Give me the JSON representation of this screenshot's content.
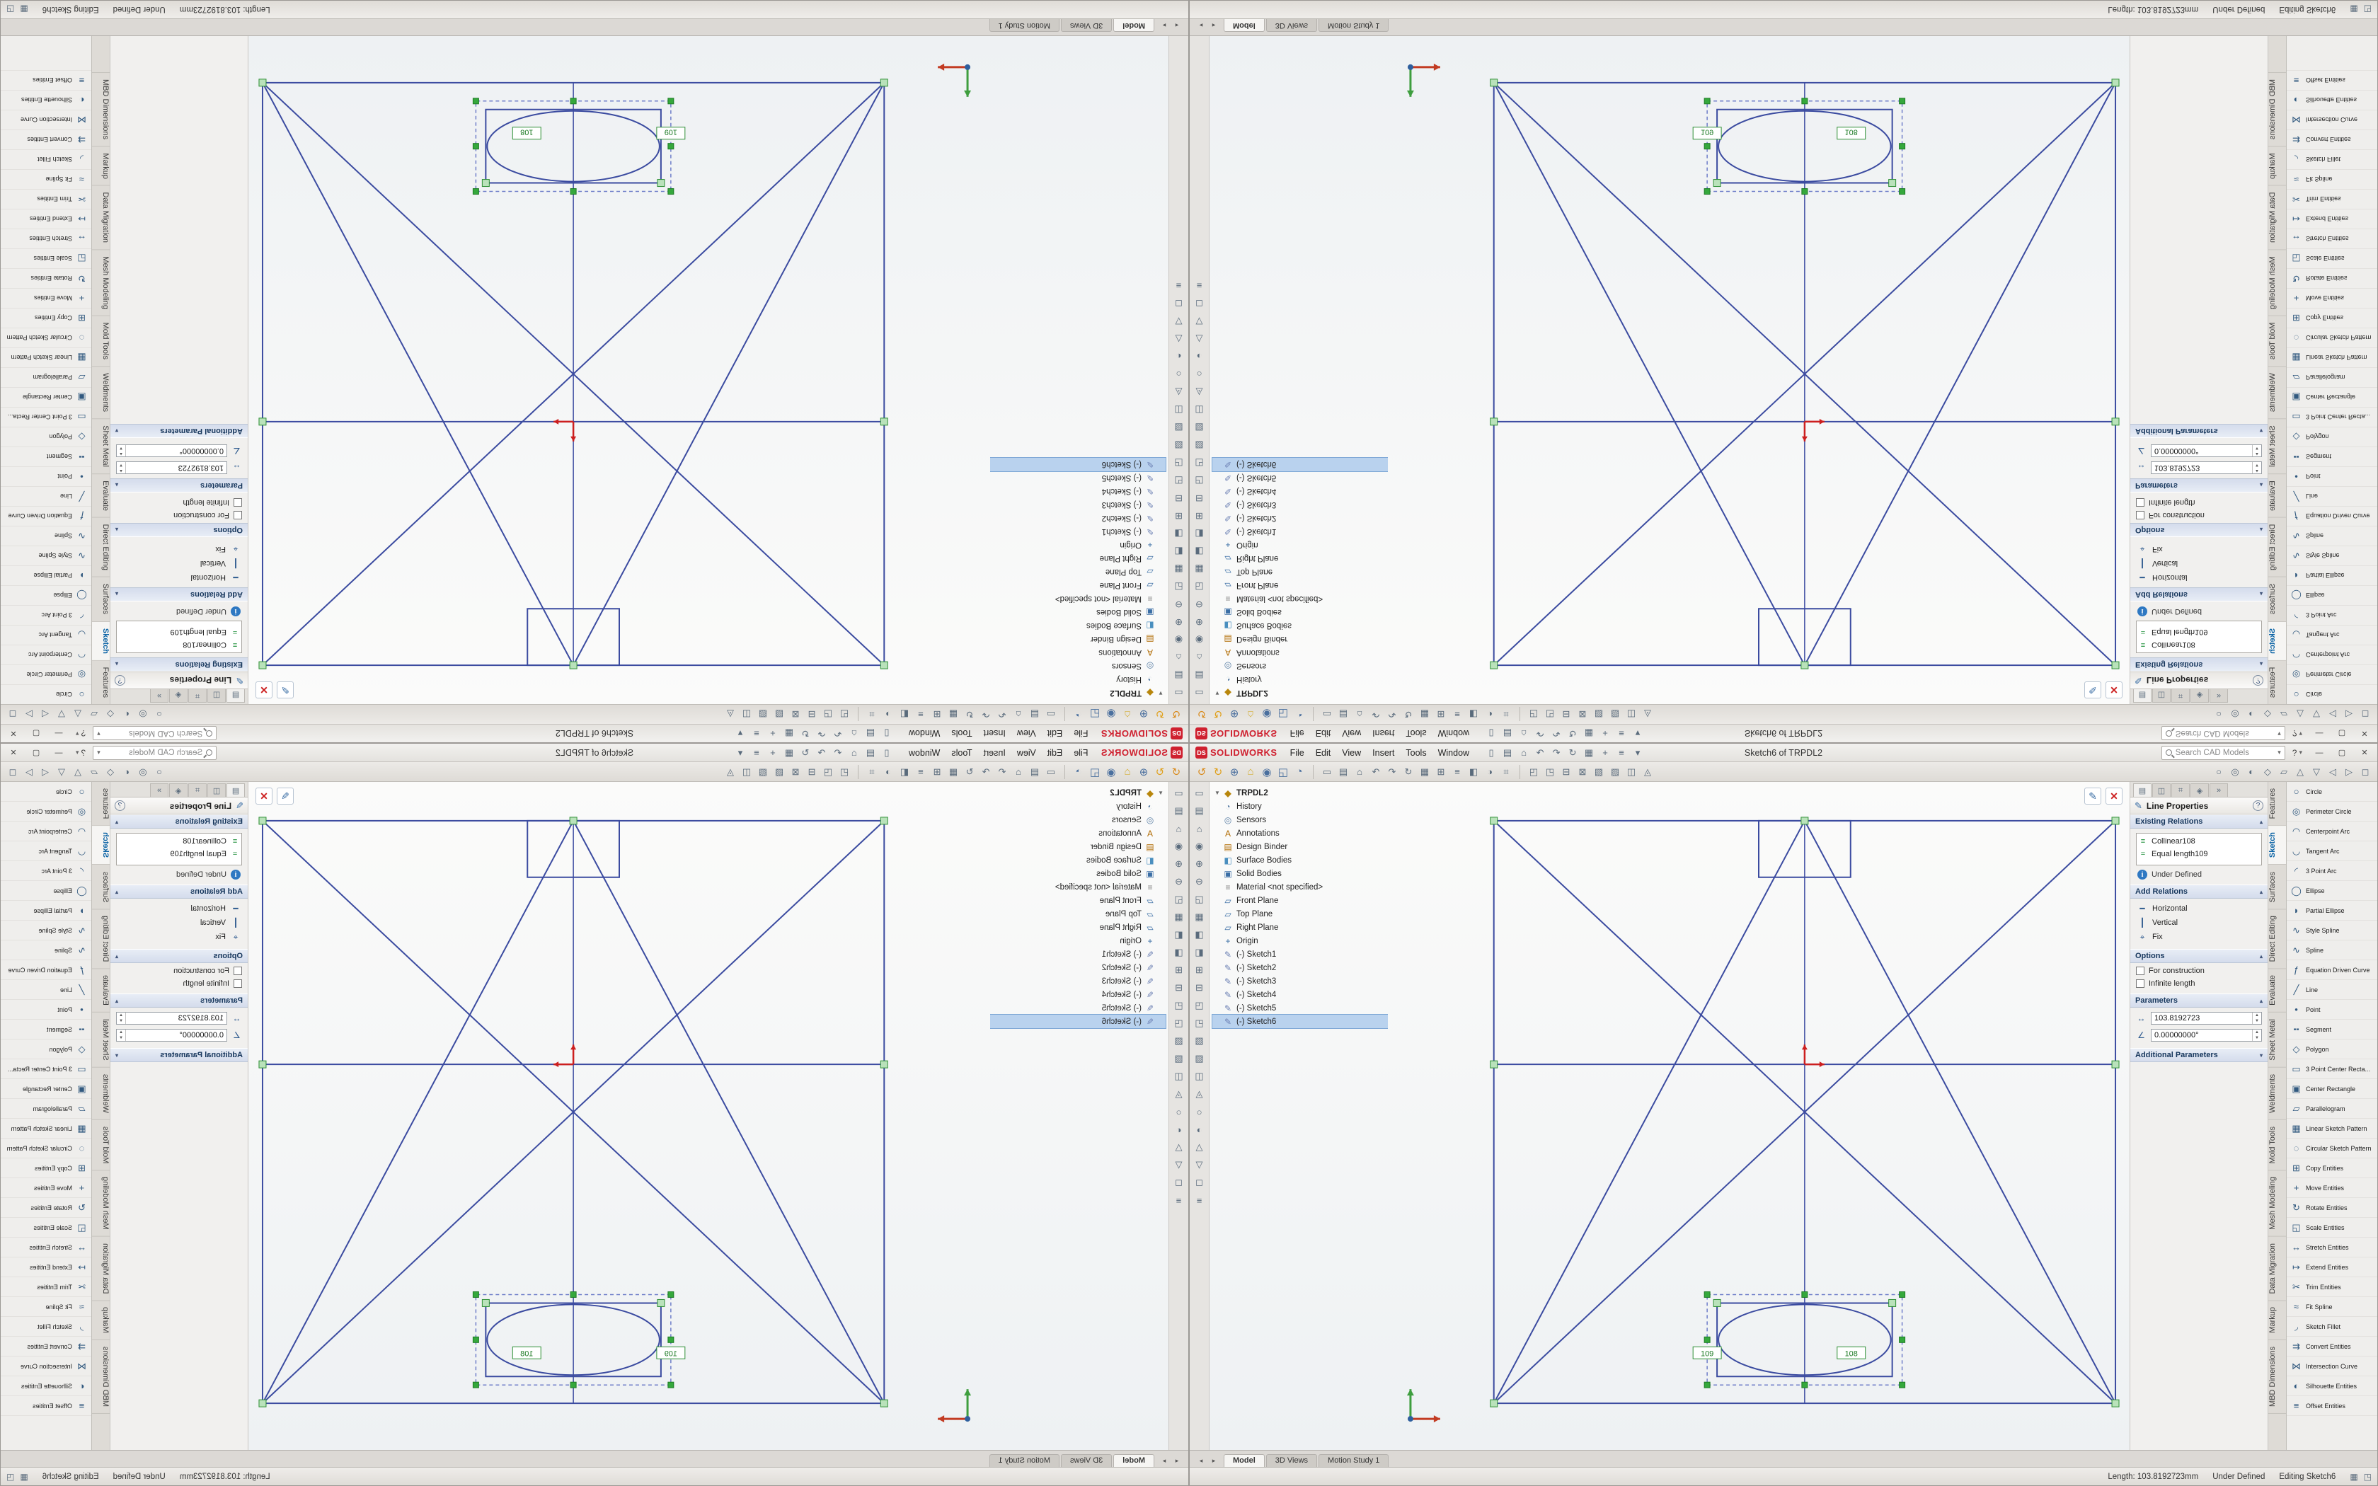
{
  "window": {
    "logo_ds": "DS",
    "logo_text": "SOLIDWORKS",
    "menus": [
      "File",
      "Edit",
      "View",
      "Insert",
      "Tools",
      "Window"
    ],
    "title": "Sketch6 of TRPDL2",
    "search_placeholder": "Search CAD Models",
    "help_label": "?",
    "buttons": {
      "minimize": "—",
      "maximize": "▢",
      "close": "✕"
    }
  },
  "quick_access_icons": [
    "▯",
    "▤",
    "⌂",
    "↶",
    "↷",
    "↻",
    "▦",
    "+",
    "≡",
    "▾"
  ],
  "toolbar2": {
    "view_cluster": [
      {
        "glyph": "↺",
        "color": "#d98c1f"
      },
      {
        "glyph": "↻",
        "color": "#e0a11e"
      },
      {
        "glyph": "⊕",
        "color": "#4a6f9e"
      },
      {
        "glyph": "⌂",
        "color": "#d4af37"
      },
      {
        "glyph": "◉",
        "color": "#4a6f9e"
      },
      {
        "glyph": "◱",
        "color": "#4a6f9e"
      },
      {
        "glyph": "◔",
        "color": "#4a6f9e"
      }
    ],
    "group1": [
      "▭",
      "▤",
      "⌂",
      "↶",
      "↷",
      "↻",
      "▦",
      "⊞",
      "≡",
      "◧",
      "◑",
      "⌗"
    ],
    "group2": [
      "◰",
      "◳",
      "⊟",
      "⊠",
      "▧",
      "▨",
      "◫",
      "◬"
    ],
    "group3": [
      "○",
      "◎",
      "◐",
      "◇",
      "▱",
      "△",
      "▽",
      "◁",
      "▷",
      "◻"
    ]
  },
  "left_toolbar_icons": [
    "▭",
    "▤",
    "⌂",
    "◉",
    "⊕",
    "⊖",
    "◱",
    "▦",
    "◧",
    "◨",
    "⊞",
    "⊟",
    "◰",
    "◳",
    "▧",
    "▨",
    "◫",
    "◬",
    "○",
    "◐",
    "△",
    "▽",
    "◻",
    "≡"
  ],
  "tree": {
    "root": {
      "label": "TRPDL2",
      "glyph": "◆",
      "color": "#b8860b"
    },
    "items": [
      {
        "label": "History",
        "glyph": "◔",
        "color": "#5b7fa6"
      },
      {
        "label": "Sensors",
        "glyph": "◎",
        "color": "#5b7fa6"
      },
      {
        "label": "Annotations",
        "glyph": "A",
        "color": "#b06a00"
      },
      {
        "label": "Design Binder",
        "glyph": "▤",
        "color": "#b06a00"
      },
      {
        "label": "Surface Bodies",
        "glyph": "◧",
        "color": "#4a8fbf"
      },
      {
        "label": "Solid Bodies",
        "glyph": "▣",
        "color": "#3a6ea5"
      },
      {
        "label": "Material <not specified>",
        "glyph": "≡",
        "color": "#888888"
      },
      {
        "label": "Front Plane",
        "glyph": "▱",
        "color": "#3a6ea5"
      },
      {
        "label": "Top Plane",
        "glyph": "▱",
        "color": "#3a6ea5"
      },
      {
        "label": "Right Plane",
        "glyph": "▱",
        "color": "#3a6ea5"
      },
      {
        "label": "Origin",
        "glyph": "+",
        "color": "#3a6ea5"
      },
      {
        "label": "(-) Sketch1",
        "glyph": "✎",
        "color": "#6b7fb3"
      },
      {
        "label": "(-) Sketch2",
        "glyph": "✎",
        "color": "#6b7fb3"
      },
      {
        "label": "(-) Sketch3",
        "glyph": "✎",
        "color": "#6b7fb3"
      },
      {
        "label": "(-) Sketch4",
        "glyph": "✎",
        "color": "#6b7fb3"
      },
      {
        "label": "(-) Sketch5",
        "glyph": "✎",
        "color": "#6b7fb3"
      },
      {
        "label": "(-) Sketch6",
        "glyph": "✎",
        "color": "#6b7fb3",
        "selected": true
      }
    ]
  },
  "property_manager": {
    "tabs": [
      "▤",
      "◫",
      "⌗",
      "◈",
      "»"
    ],
    "title": "Line Properties",
    "help_icon": "?",
    "existing_relations_title": "Existing Relations",
    "relations": [
      {
        "glyph": "≡",
        "label": "Collinear108"
      },
      {
        "glyph": "=",
        "label": "Equal length109"
      }
    ],
    "status": "Under Defined",
    "add_relations_title": "Add Relations",
    "add_relations": [
      {
        "glyph": "━",
        "label": "Horizontal"
      },
      {
        "glyph": "┃",
        "label": "Vertical"
      },
      {
        "glyph": "⌖",
        "label": "Fix"
      }
    ],
    "options_title": "Options",
    "options": [
      {
        "label": "For construction"
      },
      {
        "label": "Infinite length"
      }
    ],
    "parameters_title": "Parameters",
    "parameters": [
      {
        "glyph": "↔",
        "value": "103.8192723"
      },
      {
        "glyph": "∠",
        "value": "0.00000000°"
      }
    ],
    "additional_title": "Additional Parameters"
  },
  "command_tabs": {
    "active": "Sketch",
    "tabs": [
      "Features",
      "Sketch",
      "Surfaces",
      "Direct Editing",
      "Evaluate",
      "Sheet Metal",
      "Weldments",
      "Mold Tools",
      "Mesh Modeling",
      "Data Migration",
      "Markup",
      "MBD Dimensions"
    ]
  },
  "sketch_tools": [
    {
      "glyph": "○",
      "label": "Circle"
    },
    {
      "glyph": "◎",
      "label": "Perimeter Circle"
    },
    {
      "glyph": "◠",
      "label": "Centerpoint Arc"
    },
    {
      "glyph": "◡",
      "label": "Tangent Arc"
    },
    {
      "glyph": "◜",
      "label": "3 Point Arc"
    },
    {
      "glyph": "◯",
      "label": "Ellipse"
    },
    {
      "glyph": "◗",
      "label": "Partial Ellipse"
    },
    {
      "glyph": "∿",
      "label": "Style Spline"
    },
    {
      "glyph": "∿",
      "label": "Spline"
    },
    {
      "glyph": "ƒ",
      "label": "Equation Driven Curve"
    },
    {
      "glyph": "╱",
      "label": "Line"
    },
    {
      "glyph": "•",
      "label": "Point"
    },
    {
      "glyph": "╍",
      "label": "Segment"
    },
    {
      "glyph": "◇",
      "label": "Polygon"
    },
    {
      "glyph": "▭",
      "label": "3 Point Center Recta..."
    },
    {
      "glyph": "▣",
      "label": "Center Rectangle"
    },
    {
      "glyph": "▱",
      "label": "Parallelogram"
    },
    {
      "glyph": "▦",
      "label": "Linear Sketch Pattern"
    },
    {
      "glyph": "◌",
      "label": "Circular Sketch Pattern"
    },
    {
      "glyph": "⊞",
      "label": "Copy Entities"
    },
    {
      "glyph": "+",
      "label": "Move Entities"
    },
    {
      "glyph": "↻",
      "label": "Rotate Entities"
    },
    {
      "glyph": "◱",
      "label": "Scale Entities"
    },
    {
      "glyph": "↔",
      "label": "Stretch Entities"
    },
    {
      "glyph": "↦",
      "label": "Extend Entities"
    },
    {
      "glyph": "✂",
      "label": "Trim Entities"
    },
    {
      "glyph": "≈",
      "label": "Fit Spline"
    },
    {
      "glyph": "◞",
      "label": "Sketch Fillet"
    },
    {
      "glyph": "⇉",
      "label": "Convert Entities"
    },
    {
      "glyph": "⋈",
      "label": "Intersection Curve"
    },
    {
      "glyph": "◐",
      "label": "Silhouette Entities"
    },
    {
      "glyph": "≡",
      "label": "Offset Entities"
    }
  ],
  "doc_tabs": {
    "arrows": [
      "◂",
      "▸"
    ],
    "tabs": [
      {
        "label": "Model",
        "active": true
      },
      {
        "label": "3D Views",
        "active": false
      },
      {
        "label": "Motion Study 1",
        "active": false
      }
    ]
  },
  "status_bar": {
    "length_label": "Length: 103.8192723mm",
    "state": "Under Defined",
    "editing": "Editing Sketch6",
    "icons": [
      "▦",
      "◳"
    ]
  },
  "graphics": {
    "callouts": [
      "109",
      "108"
    ]
  }
}
